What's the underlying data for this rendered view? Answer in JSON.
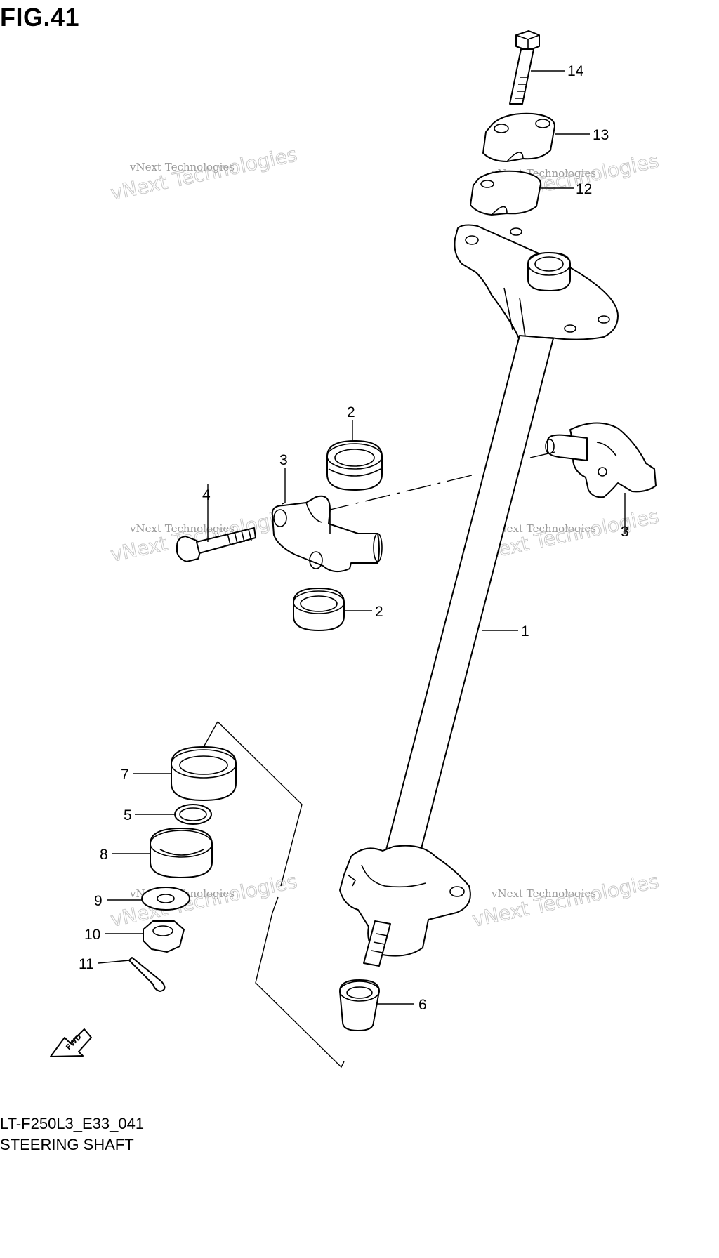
{
  "figure": {
    "title": "FIG.41",
    "model_code": "LT-F250L3_E33_041",
    "part_name": "STEERING SHAFT"
  },
  "watermark": {
    "small_text": "vNext Technologies",
    "big_text": "vNext Technologies"
  },
  "fwd_label": "FWD",
  "callouts": [
    {
      "id": "c14",
      "label": "14"
    },
    {
      "id": "c13",
      "label": "13"
    },
    {
      "id": "c12",
      "label": "12"
    },
    {
      "id": "c2a",
      "label": "2"
    },
    {
      "id": "c3a",
      "label": "3"
    },
    {
      "id": "c4",
      "label": "4"
    },
    {
      "id": "c3b",
      "label": "3"
    },
    {
      "id": "c2b",
      "label": "2"
    },
    {
      "id": "c1",
      "label": "1"
    },
    {
      "id": "c7",
      "label": "7"
    },
    {
      "id": "c5",
      "label": "5"
    },
    {
      "id": "c8",
      "label": "8"
    },
    {
      "id": "c9",
      "label": "9"
    },
    {
      "id": "c10",
      "label": "10"
    },
    {
      "id": "c11",
      "label": "11"
    },
    {
      "id": "c6",
      "label": "6"
    }
  ]
}
